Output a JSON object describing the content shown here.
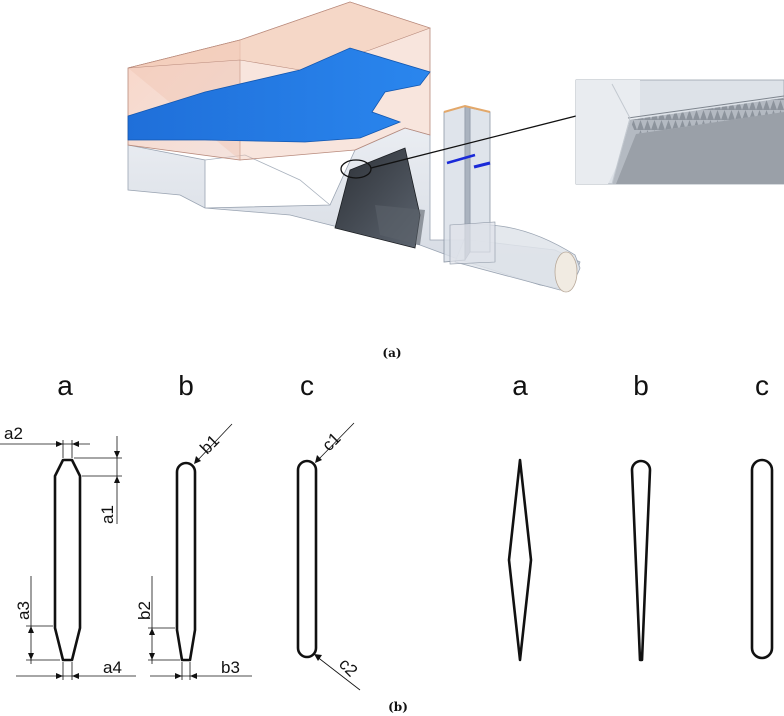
{
  "figure": {
    "caption_a": "(a)",
    "caption_b": "(b)"
  },
  "profiles_left": {
    "a": {
      "label": "a",
      "dims": [
        "a1",
        "a2",
        "a3",
        "a4"
      ]
    },
    "b": {
      "label": "b",
      "dims": [
        "b1",
        "b2",
        "b3"
      ]
    },
    "c": {
      "label": "c",
      "dims": [
        "c1",
        "c2"
      ]
    }
  },
  "profiles_right": {
    "a": {
      "label": "a"
    },
    "b": {
      "label": "b"
    },
    "c": {
      "label": "c"
    }
  },
  "colors": {
    "water_surface": "#1e78e6",
    "inlet_tank": "#f2b8a0",
    "channel_body": "#c9d3e0",
    "gate": "#3a3f46",
    "marker": "#1a2ad8"
  }
}
